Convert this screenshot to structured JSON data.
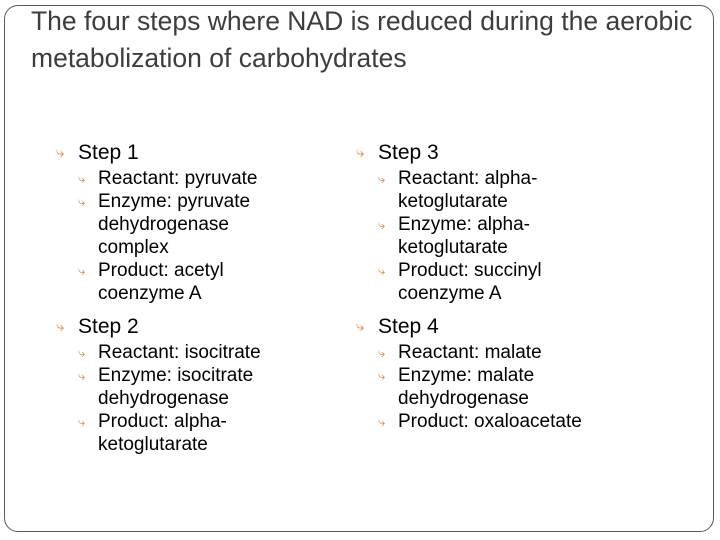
{
  "title": "The four steps where NAD is reduced during the aerobic metabolization of carbohydrates",
  "bullet_icon": "curved-arrow-bullet",
  "colors": {
    "bullet": "#d98a3e",
    "title": "#3d3d3d",
    "frame": "#5a5a5a"
  },
  "left_column": [
    {
      "label": "Step 1",
      "items": [
        {
          "text": "Reactant: pyruvate"
        },
        {
          "text": "Enzyme: pyruvate dehydrogenase complex"
        },
        {
          "text": "Product: acetyl coenzyme A"
        }
      ]
    },
    {
      "label": "Step 2",
      "items": [
        {
          "text": "Reactant: isocitrate"
        },
        {
          "text": "Enzyme: isocitrate dehydrogenase"
        },
        {
          "text": "Product: alpha-ketoglutarate"
        }
      ]
    }
  ],
  "right_column": [
    {
      "label": "Step 3",
      "items": [
        {
          "text": "Reactant: alpha-ketoglutarate"
        },
        {
          "text": "Enzyme: alpha-ketoglutarate"
        },
        {
          "text": "Product: succinyl coenzyme A"
        }
      ]
    },
    {
      "label": "Step 4",
      "items": [
        {
          "text": "Reactant: malate"
        },
        {
          "text": "Enzyme: malate dehydrogenase"
        },
        {
          "text": "Product: oxaloacetate"
        }
      ]
    }
  ]
}
